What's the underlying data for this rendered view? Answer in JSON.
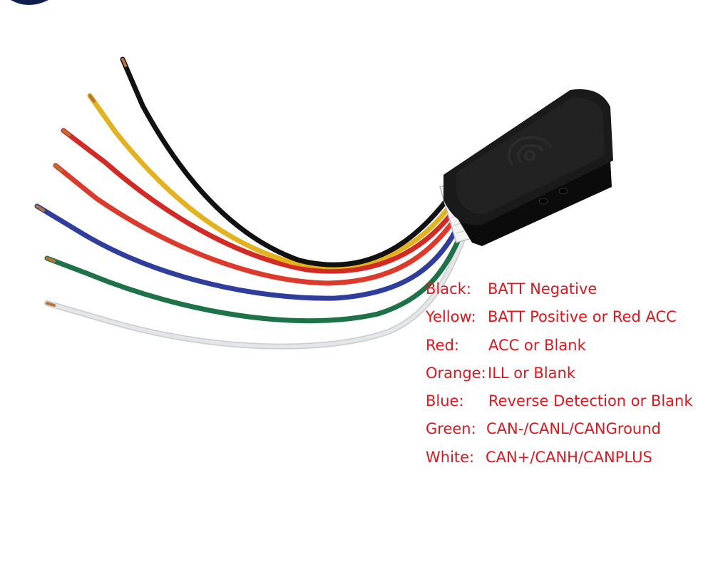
{
  "colors": {
    "text_red": "#e8141c",
    "module_body": "#141414",
    "logo_corner": "#0e1f4d",
    "wire_black": "#111111",
    "wire_yellow": "#e3b21e",
    "wire_red": "#d42a25",
    "wire_orange": "#dd3a2c",
    "wire_blue": "#2f3d9c",
    "wire_green": "#1d7247",
    "wire_white": "#e4e6e8"
  },
  "icons": {
    "module": "black-interface-box",
    "module_logo": "concentric-arc-logo",
    "connector": "white-pin-connector"
  },
  "legend": [
    {
      "color": "Black:",
      "meaning": "BATT Negative",
      "wire": "black"
    },
    {
      "color": "Yellow:",
      "meaning": "BATT Positive or Red ACC",
      "wire": "yellow"
    },
    {
      "color": "Red:",
      "meaning": "ACC or Blank",
      "wire": "red"
    },
    {
      "color": "Orange:",
      "meaning": "ILL or Blank",
      "wire": "orange"
    },
    {
      "color": "Blue:",
      "meaning": "Reverse Detection or Blank",
      "wire": "blue"
    },
    {
      "color": "Green:",
      "meaning": "CAN-/CANL/CANGround",
      "wire": "green"
    },
    {
      "color": "White:",
      "meaning": "CAN+/CANH/CANPLUS",
      "wire": "white"
    }
  ]
}
